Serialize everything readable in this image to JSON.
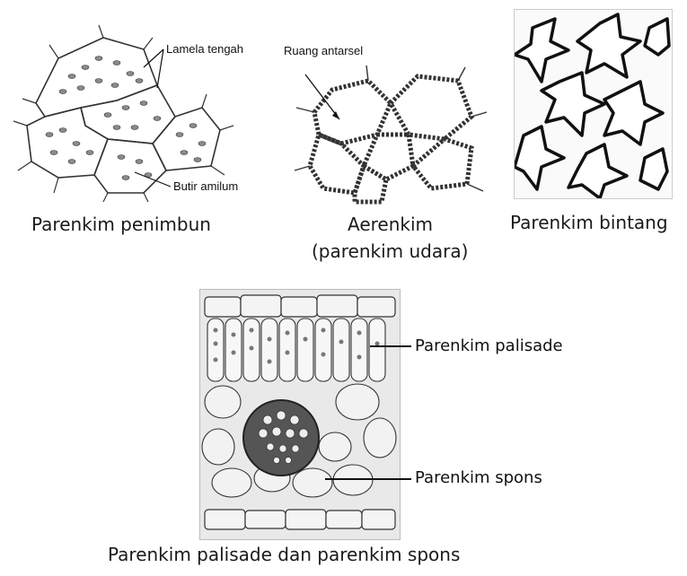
{
  "diagrams": {
    "penimbun": {
      "caption": "Parenkim penimbun",
      "label_lamela": "Lamela tengah",
      "label_butir": "Butir amilum"
    },
    "aerenkim": {
      "caption_line1": "Aerenkim",
      "caption_line2": "(parenkim udara)",
      "label_ruang": "Ruang antarsel"
    },
    "bintang": {
      "caption": "Parenkim bintang"
    },
    "palisade": {
      "caption": "Parenkim palisade dan parenkim spons",
      "label_palisade": "Parenkim palisade",
      "label_spons": "Parenkim spons"
    }
  }
}
